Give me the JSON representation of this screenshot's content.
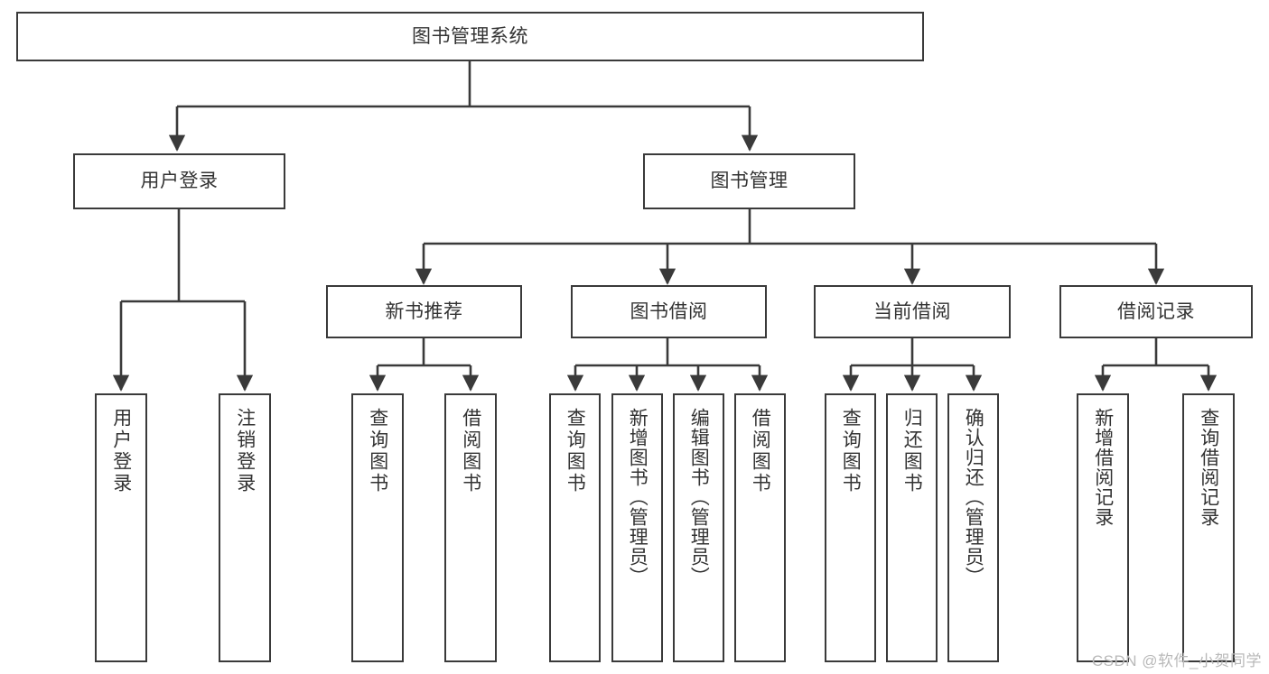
{
  "diagram": {
    "type": "tree-hierarchy",
    "title": "图书管理系统",
    "watermark": "CSDN @软件_小贺同学",
    "colors": {
      "box_border": "#3a3a3a",
      "text": "#333333",
      "connector": "#3a3a3a",
      "background": "#ffffff",
      "watermark": "#b9b9b9"
    },
    "root": {
      "label": "图书管理系统"
    },
    "level2": [
      {
        "label": "用户登录"
      },
      {
        "label": "图书管理"
      }
    ],
    "level3": [
      {
        "label": "新书推荐"
      },
      {
        "label": "图书借阅"
      },
      {
        "label": "当前借阅"
      },
      {
        "label": "借阅记录"
      }
    ],
    "leaves": {
      "user_login": [
        {
          "label": "用户登录"
        },
        {
          "label": "注销登录"
        }
      ],
      "new_book_recommend": [
        {
          "label": "查询图书"
        },
        {
          "label": "借阅图书"
        }
      ],
      "book_borrow": [
        {
          "label": "查询图书"
        },
        {
          "label": "新增图书（管理员）"
        },
        {
          "label": "编辑图书（管理员）"
        },
        {
          "label": "借阅图书"
        }
      ],
      "current_borrow": [
        {
          "label": "查询图书"
        },
        {
          "label": "归还图书"
        },
        {
          "label": "确认归还（管理员）"
        }
      ],
      "borrow_record": [
        {
          "label": "新增借阅记录"
        },
        {
          "label": "查询借阅记录"
        }
      ]
    }
  }
}
